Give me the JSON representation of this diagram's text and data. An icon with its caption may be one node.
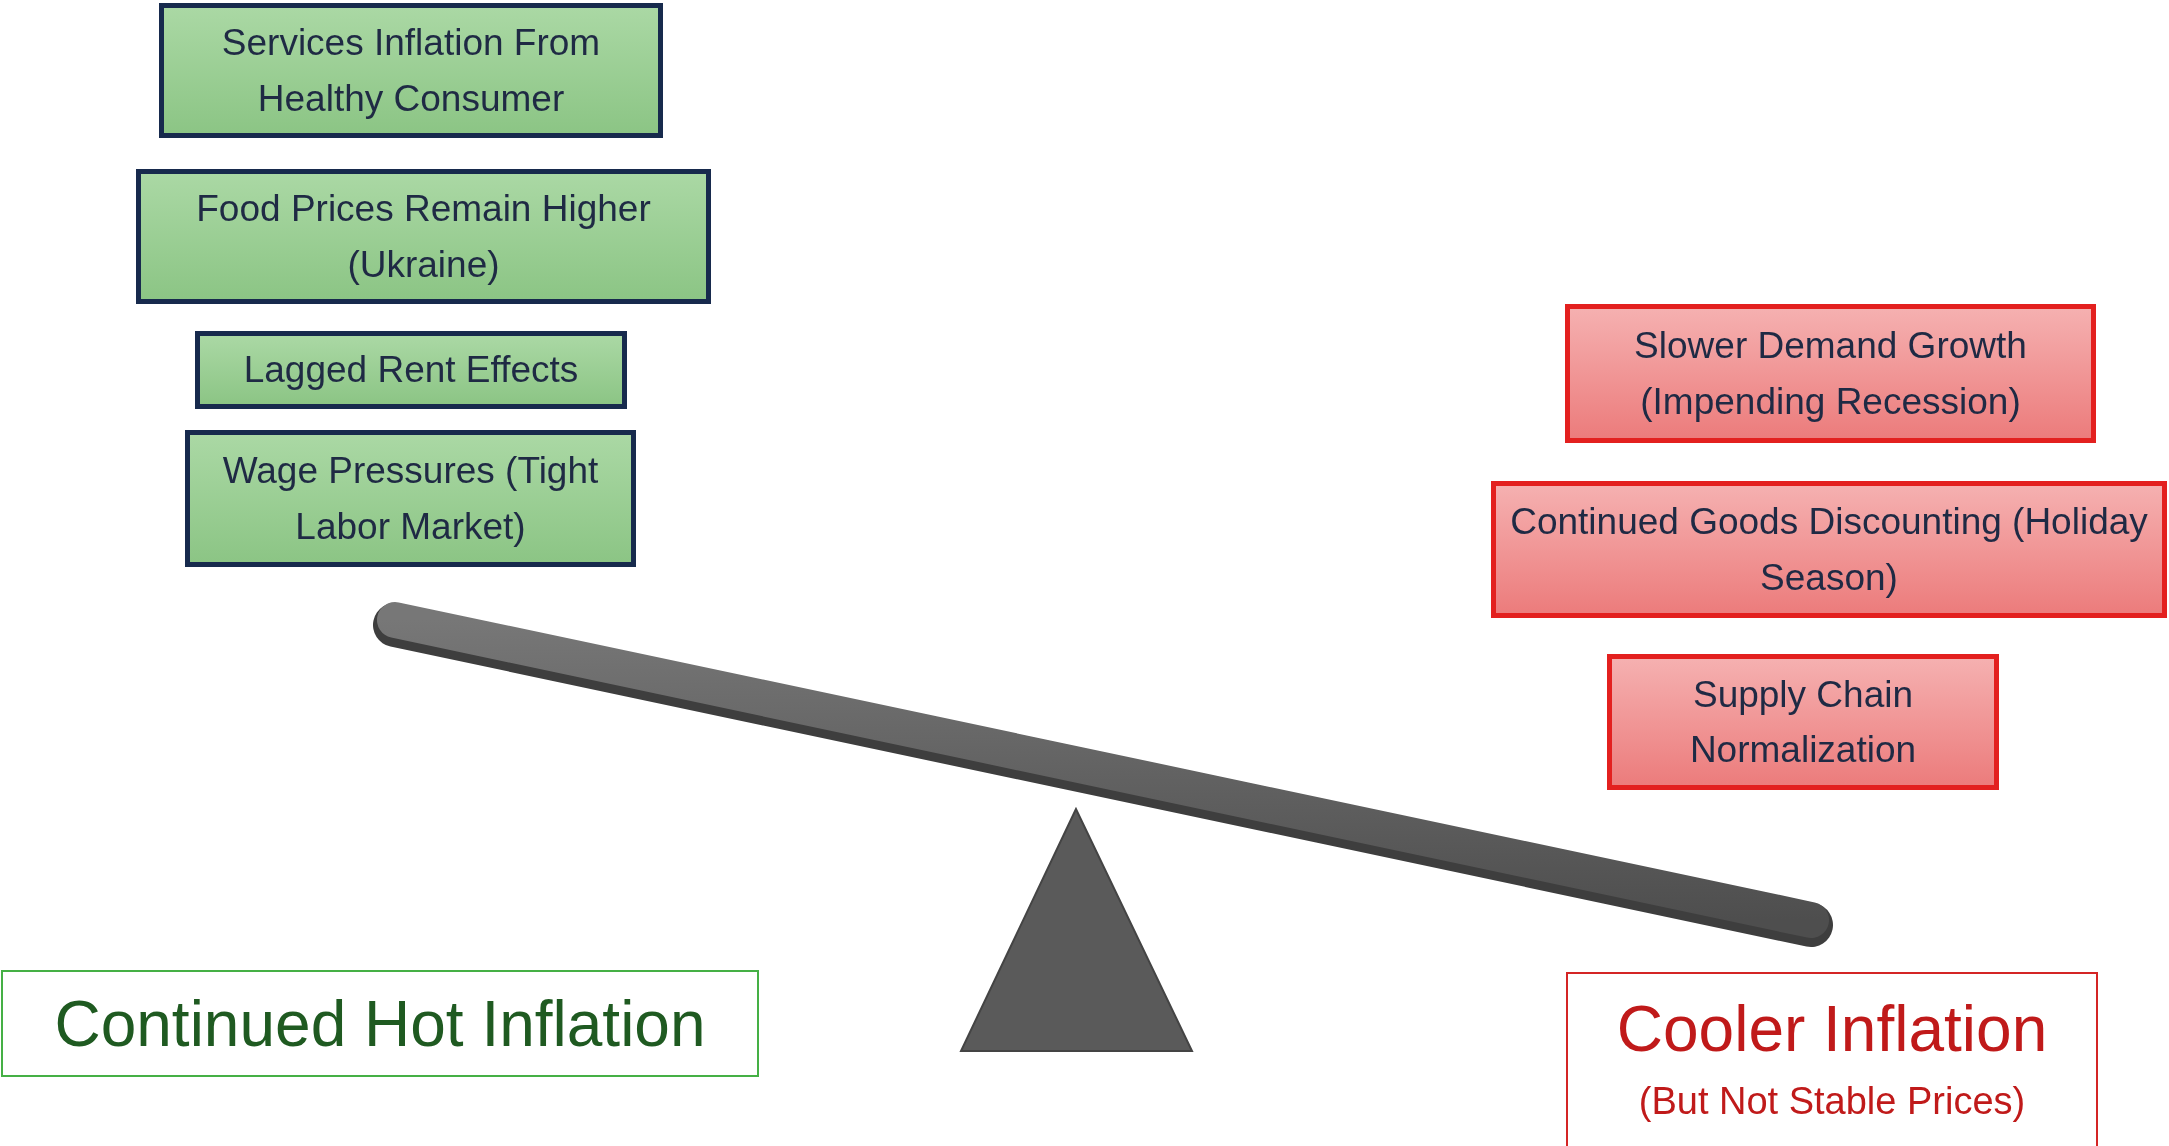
{
  "diagram": {
    "nodes": [
      {
        "text": [
          "Services Inflation From Healthy Consumer"
        ]
      },
      {
        "text": [
          "Food Prices Remain Higher (Ukraine)"
        ]
      },
      {
        "text": [
          "Lagged Rent Effects"
        ]
      },
      {
        "text": [
          "Wage Pressures (Tight Labor Market)"
        ]
      },
      {
        "text": [
          "Slower Demand Growth (Impending Recession)"
        ]
      },
      {
        "text": [
          "Continued Goods Discounting (Holiday Season)"
        ]
      },
      {
        "text": [
          "Supply Chain Normalization"
        ]
      },
      {
        "text": [
          "Continued Hot Inflation"
        ]
      },
      {
        "text": [
          "Cooler Inflation",
          "(But Not Stable Prices)"
        ]
      }
    ]
  }
}
